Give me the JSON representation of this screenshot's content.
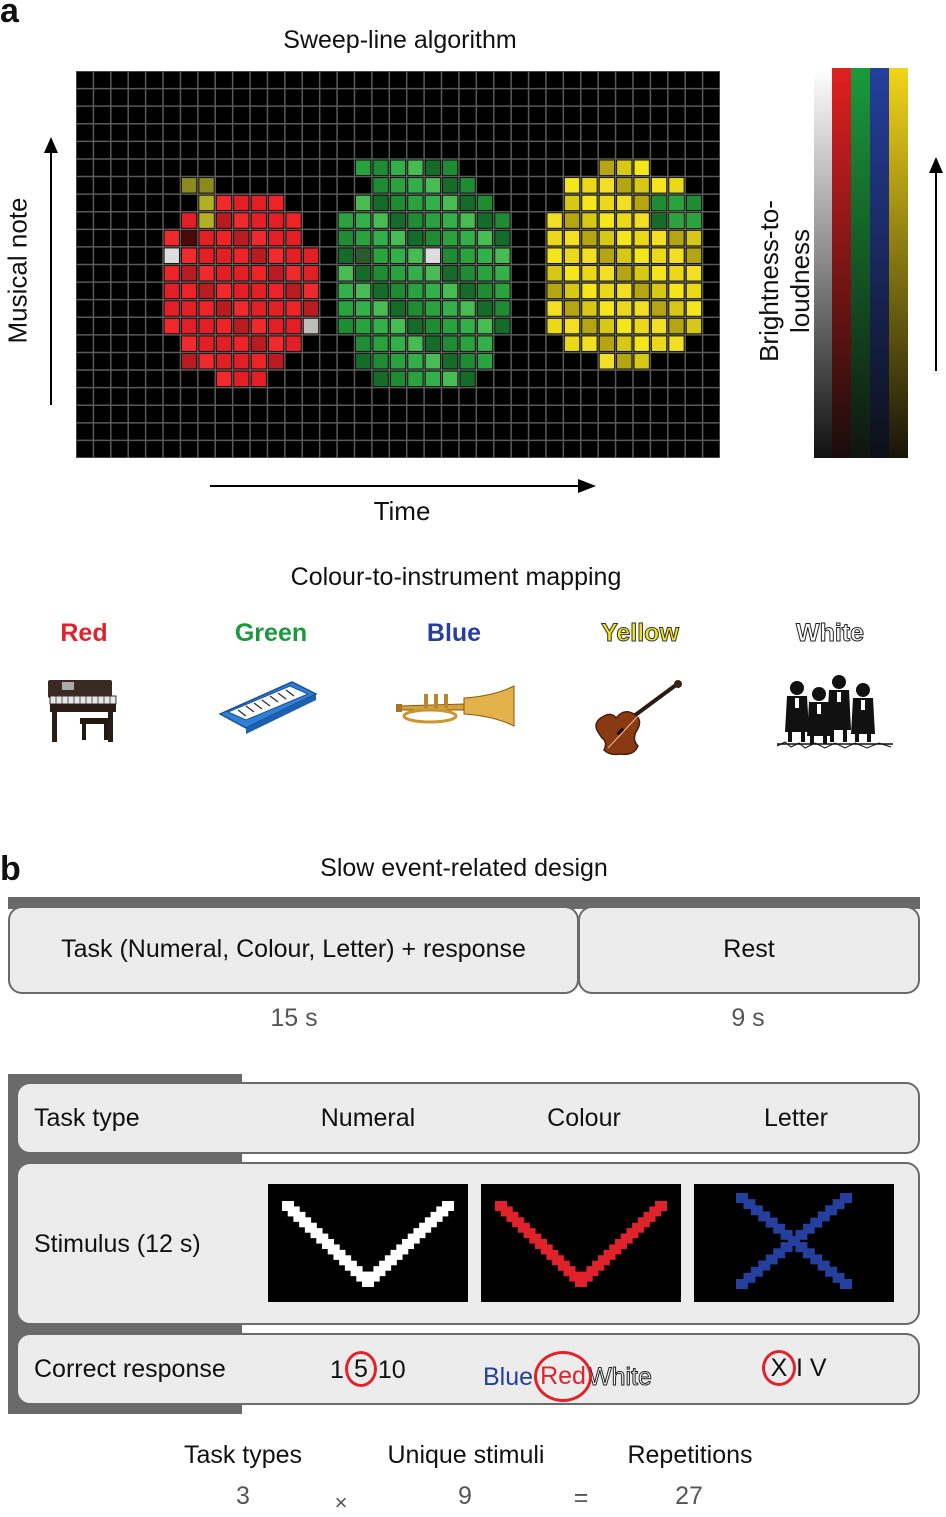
{
  "panel_a": {
    "letter": "a",
    "title": "Sweep-line algorithm",
    "y_axis_label": "Musical note",
    "x_axis_label": "Time",
    "scale_label": "Brightness-to-loudness",
    "scale_colors": [
      "#ffffff",
      "#e02020",
      "#1a9a3c",
      "#243f9e",
      "#f1d51a"
    ],
    "grid_bg": "#000000",
    "grid_line": "#5a5a5a"
  },
  "mapping": {
    "title": "Colour-to-instrument mapping",
    "items": [
      {
        "label": "Red",
        "color": "#e0232b",
        "icon": "piano-icon"
      },
      {
        "label": "Green",
        "color": "#1a9a3c",
        "icon": "keyboard-icon"
      },
      {
        "label": "Blue",
        "color": "#243f9e",
        "icon": "trumpet-icon"
      },
      {
        "label": "Yellow",
        "color": "#f7e51b",
        "icon": "violin-icon"
      },
      {
        "label": "White",
        "color": "#ffffff",
        "icon": "choir-icon"
      }
    ]
  },
  "panel_b": {
    "letter": "b",
    "title": "Slow event-related design",
    "task_box": "Task (Numeral, Colour, Letter) + response",
    "rest_box": "Rest",
    "task_duration": "15 s",
    "rest_duration": "9 s",
    "rows": {
      "task_type": {
        "label": "Task type",
        "cols": [
          "Numeral",
          "Colour",
          "Letter"
        ]
      },
      "stimulus": {
        "label": "Stimulus (12 s)"
      },
      "response": {
        "label": "Correct response",
        "numeral": {
          "pre": "1",
          "circled": "5",
          "post": "10"
        },
        "colour": {
          "pre": "Blue",
          "circled": "Red",
          "post": "White"
        },
        "letter": {
          "circled": "X",
          "post": "I V"
        }
      }
    },
    "equation": {
      "headers": [
        "Task types",
        "Unique stimuli",
        "Repetitions"
      ],
      "values": [
        "3",
        "9",
        "27"
      ],
      "ops": [
        "×",
        "="
      ]
    }
  }
}
